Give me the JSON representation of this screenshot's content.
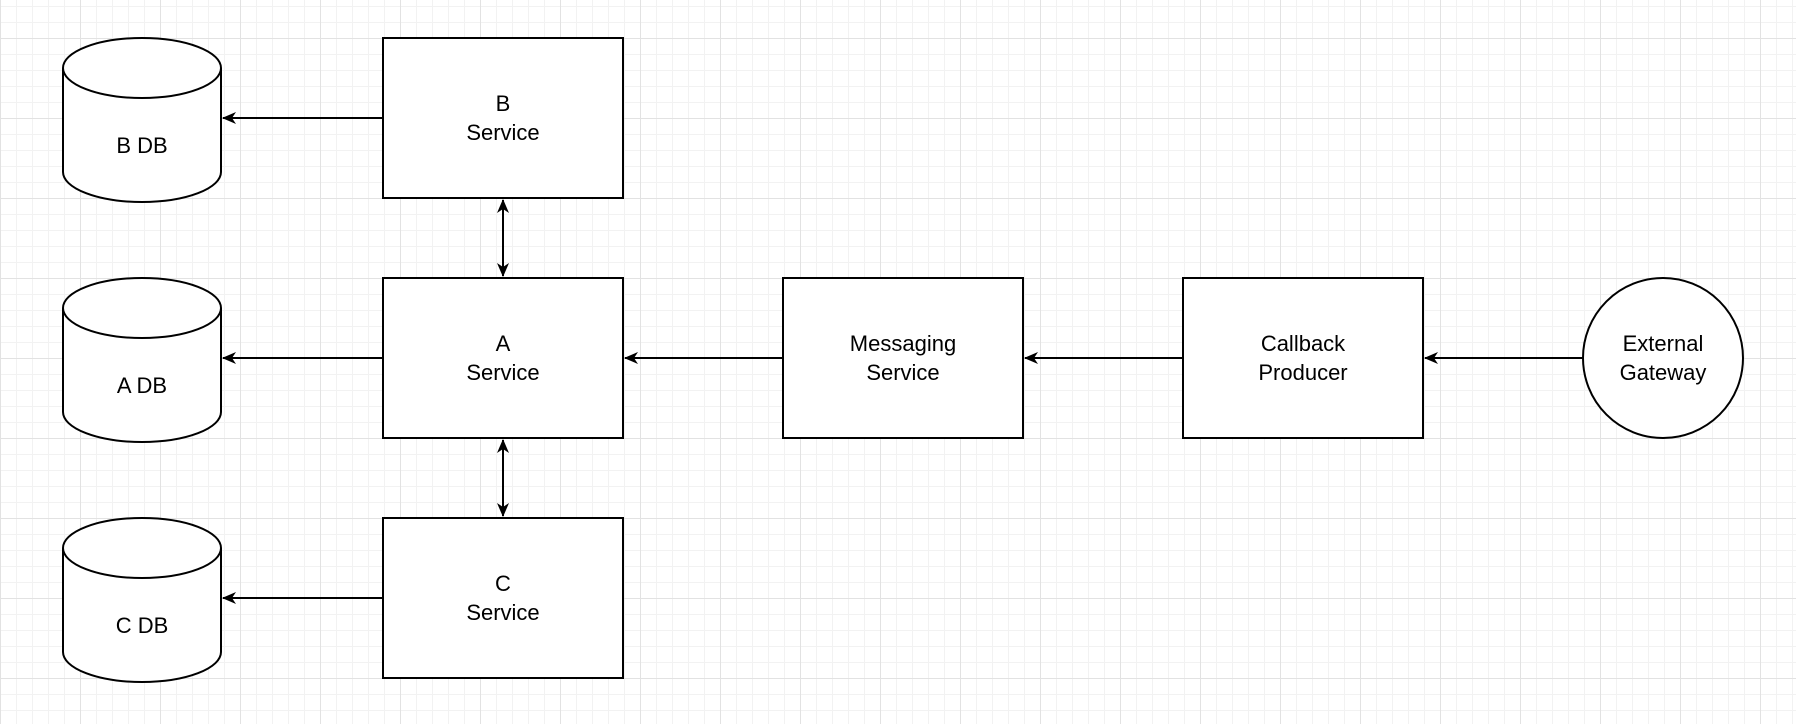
{
  "nodes": {
    "b_db": {
      "label": "B DB",
      "shape": "database"
    },
    "a_db": {
      "label": "A DB",
      "shape": "database"
    },
    "c_db": {
      "label": "C DB",
      "shape": "database"
    },
    "b_service": {
      "label": "B\nService",
      "shape": "rectangle"
    },
    "a_service": {
      "label": "A\nService",
      "shape": "rectangle"
    },
    "c_service": {
      "label": "C\nService",
      "shape": "rectangle"
    },
    "messaging_service": {
      "label": "Messaging\nService",
      "shape": "rectangle"
    },
    "callback_producer": {
      "label": "Callback\nProducer",
      "shape": "rectangle"
    },
    "external_gateway": {
      "label": "External\nGateway",
      "shape": "circle"
    }
  },
  "edges": [
    {
      "from": "b_service",
      "to": "b_db",
      "direction": "single"
    },
    {
      "from": "a_service",
      "to": "a_db",
      "direction": "single"
    },
    {
      "from": "c_service",
      "to": "c_db",
      "direction": "single"
    },
    {
      "from": "b_service",
      "to": "a_service",
      "direction": "bidirectional"
    },
    {
      "from": "a_service",
      "to": "c_service",
      "direction": "bidirectional"
    },
    {
      "from": "messaging_service",
      "to": "a_service",
      "direction": "single"
    },
    {
      "from": "callback_producer",
      "to": "messaging_service",
      "direction": "single"
    },
    {
      "from": "external_gateway",
      "to": "callback_producer",
      "direction": "single"
    }
  ],
  "colors": {
    "stroke": "#000000",
    "fill": "#ffffff",
    "grid": "#e2e2e2"
  }
}
